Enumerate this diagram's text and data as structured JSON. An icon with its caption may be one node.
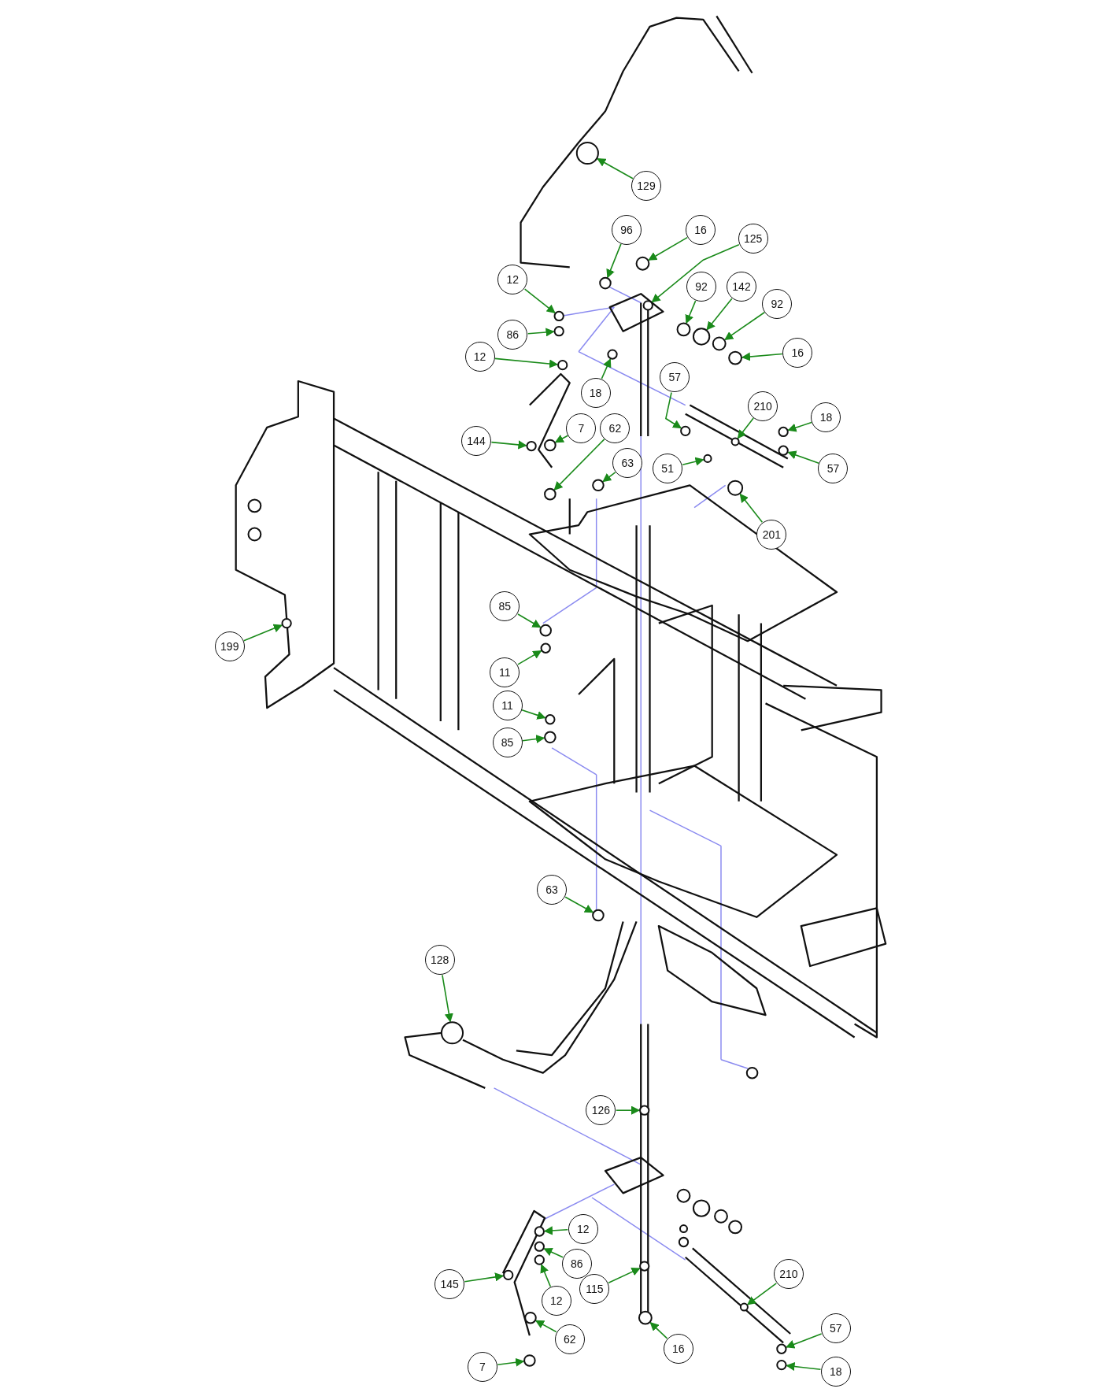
{
  "diagram": {
    "nodes": [
      {
        "text": [
          "129"
        ]
      },
      {
        "text": [
          "96"
        ]
      },
      {
        "text": [
          "16"
        ]
      },
      {
        "text": [
          "125"
        ]
      },
      {
        "text": [
          "12"
        ]
      },
      {
        "text": [
          "92"
        ]
      },
      {
        "text": [
          "142"
        ]
      },
      {
        "text": [
          "92"
        ]
      },
      {
        "text": [
          "86"
        ]
      },
      {
        "text": [
          "16"
        ]
      },
      {
        "text": [
          "12"
        ]
      },
      {
        "text": [
          "57"
        ]
      },
      {
        "text": [
          "18"
        ]
      },
      {
        "text": [
          "210"
        ]
      },
      {
        "text": [
          "18"
        ]
      },
      {
        "text": [
          "7"
        ]
      },
      {
        "text": [
          "62"
        ]
      },
      {
        "text": [
          "144"
        ]
      },
      {
        "text": [
          "63"
        ]
      },
      {
        "text": [
          "51"
        ]
      },
      {
        "text": [
          "57"
        ]
      },
      {
        "text": [
          "201"
        ]
      },
      {
        "text": [
          "85"
        ]
      },
      {
        "text": [
          "199"
        ]
      },
      {
        "text": [
          "11"
        ]
      },
      {
        "text": [
          "11"
        ]
      },
      {
        "text": [
          "85"
        ]
      },
      {
        "text": [
          "63"
        ]
      },
      {
        "text": [
          "128"
        ]
      },
      {
        "text": [
          "126"
        ]
      },
      {
        "text": [
          "12"
        ]
      },
      {
        "text": [
          "86"
        ]
      },
      {
        "text": [
          "145"
        ]
      },
      {
        "text": [
          "210"
        ]
      },
      {
        "text": [
          "115"
        ]
      },
      {
        "text": [
          "12"
        ]
      },
      {
        "text": [
          "57"
        ]
      },
      {
        "text": [
          "62"
        ]
      },
      {
        "text": [
          "16"
        ]
      },
      {
        "text": [
          "7"
        ]
      },
      {
        "text": [
          "18"
        ]
      },
      {
        "text": [],
        "shape": "circle"
      },
      {
        "text": [],
        "shape": "circle"
      },
      {
        "text": [],
        "shape": "circle"
      },
      {
        "text": [],
        "shape": "circle"
      },
      {
        "text": [],
        "shape": "circle"
      },
      {
        "text": [],
        "shape": "circle"
      },
      {
        "text": [],
        "shape": "circle"
      },
      {
        "text": [],
        "shape": "circle"
      },
      {
        "text": [],
        "shape": "circle"
      },
      {
        "text": [],
        "shape": "circle"
      },
      {
        "text": [],
        "shape": "circle"
      },
      {
        "text": [],
        "shape": "circle"
      },
      {
        "text": [],
        "shape": "circle"
      },
      {
        "text": [],
        "shape": "circle"
      },
      {
        "text": [],
        "shape": "circle"
      },
      {
        "text": [],
        "shape": "circle"
      },
      {
        "text": [],
        "shape": "circle"
      },
      {
        "text": [],
        "shape": "circle"
      },
      {
        "text": [],
        "shape": "circle"
      },
      {
        "text": [],
        "shape": "circle"
      },
      {
        "text": [],
        "shape": "circle"
      },
      {
        "text": [],
        "shape": "circle"
      },
      {
        "text": [],
        "shape": "circle"
      },
      {
        "text": [],
        "shape": "circle"
      },
      {
        "text": [],
        "shape": "circle"
      },
      {
        "text": [],
        "shape": "circle"
      },
      {
        "text": [],
        "shape": "circle"
      },
      {
        "text": [],
        "shape": "circle"
      },
      {
        "text": [],
        "shape": "circle"
      },
      {
        "text": [],
        "shape": "circle"
      },
      {
        "text": [],
        "shape": "circle"
      },
      {
        "text": [],
        "shape": "circle"
      },
      {
        "text": [],
        "shape": "circle"
      },
      {
        "text": [],
        "shape": "circle"
      },
      {
        "text": [],
        "shape": "circle"
      },
      {
        "text": [],
        "shape": "circle"
      },
      {
        "text": [],
        "shape": "circle"
      },
      {
        "text": [],
        "shape": "circle"
      },
      {
        "text": [],
        "shape": "circle"
      },
      {
        "text": [],
        "shape": "circle"
      },
      {
        "text": [],
        "shape": "circle"
      }
    ],
    "edges": [
      {
        "from": 0,
        "to": 41,
        "arrow": "to"
      },
      {
        "from": 1,
        "to": 42,
        "arrow": "to"
      },
      {
        "from": 2,
        "to": 43,
        "arrow": "to"
      },
      {
        "from": 3,
        "to": 44,
        "arrow": "to"
      },
      {
        "from": 4,
        "to": 45,
        "arrow": "to"
      },
      {
        "from": 5,
        "to": 46,
        "arrow": "to"
      },
      {
        "from": 6,
        "to": 47,
        "arrow": "to"
      },
      {
        "from": 7,
        "to": 48,
        "arrow": "to"
      },
      {
        "from": 8,
        "to": 49,
        "arrow": "to"
      },
      {
        "from": 9,
        "to": 50,
        "arrow": "to"
      },
      {
        "from": 10,
        "to": 51,
        "arrow": "to"
      },
      {
        "from": 11,
        "to": 52,
        "arrow": "to"
      },
      {
        "from": 12,
        "to": 53,
        "arrow": "to"
      },
      {
        "from": 13,
        "to": 54,
        "arrow": "to"
      },
      {
        "from": 14,
        "to": 55,
        "arrow": "to"
      },
      {
        "from": 15,
        "to": 56,
        "arrow": "to"
      },
      {
        "from": 16,
        "to": 57,
        "arrow": "to"
      },
      {
        "from": 17,
        "to": 58,
        "arrow": "to"
      },
      {
        "from": 18,
        "to": 59,
        "arrow": "to"
      },
      {
        "from": 19,
        "to": 60,
        "arrow": "to"
      },
      {
        "from": 20,
        "to": 61,
        "arrow": "to"
      },
      {
        "from": 21,
        "to": 62,
        "arrow": "to"
      },
      {
        "from": 22,
        "to": 63,
        "arrow": "to"
      },
      {
        "from": 23,
        "to": 64,
        "arrow": "to"
      },
      {
        "from": 24,
        "to": 65,
        "arrow": "to"
      },
      {
        "from": 25,
        "to": 66,
        "arrow": "to"
      },
      {
        "from": 26,
        "to": 67,
        "arrow": "to"
      },
      {
        "from": 27,
        "to": 68,
        "arrow": "to"
      },
      {
        "from": 28,
        "to": 69,
        "arrow": "to"
      },
      {
        "from": 29,
        "to": 70,
        "arrow": "to"
      },
      {
        "from": 30,
        "to": 71,
        "arrow": "to"
      },
      {
        "from": 31,
        "to": 72,
        "arrow": "to"
      },
      {
        "from": 32,
        "to": 73,
        "arrow": "to"
      },
      {
        "from": 33,
        "to": 74,
        "arrow": "to"
      },
      {
        "from": 34,
        "to": 75,
        "arrow": "to"
      },
      {
        "from": 35,
        "to": 76,
        "arrow": "to"
      },
      {
        "from": 36,
        "to": 77,
        "arrow": "to"
      },
      {
        "from": 37,
        "to": 78,
        "arrow": "to"
      },
      {
        "from": 38,
        "to": 79,
        "arrow": "to"
      },
      {
        "from": 39,
        "to": 80,
        "arrow": "to"
      },
      {
        "from": 40,
        "to": 81,
        "arrow": "to"
      }
    ]
  }
}
